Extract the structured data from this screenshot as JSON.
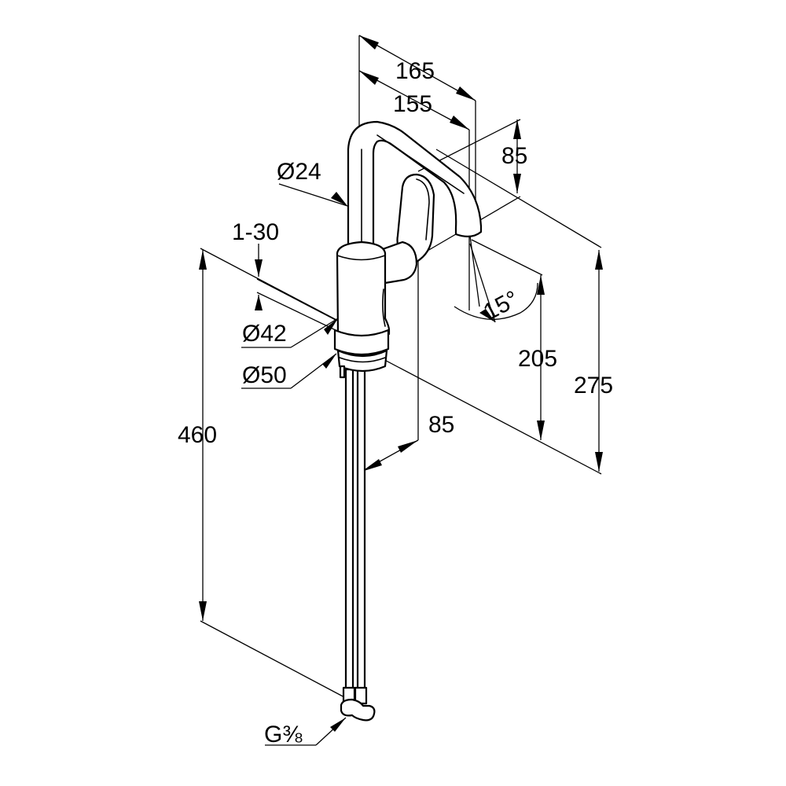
{
  "dimensions": {
    "width_outer": "165",
    "width_inner": "155",
    "spout_height_upper": "85",
    "thread_length": "1-30",
    "pipe_diameter": "Ø24",
    "body_diameter": "Ø42",
    "base_diameter": "Ø50",
    "hose_length": "460",
    "swivel_angle": "15°",
    "outlet_height": "205",
    "total_height": "275",
    "body_offset": "85",
    "connection": "G⅜"
  }
}
